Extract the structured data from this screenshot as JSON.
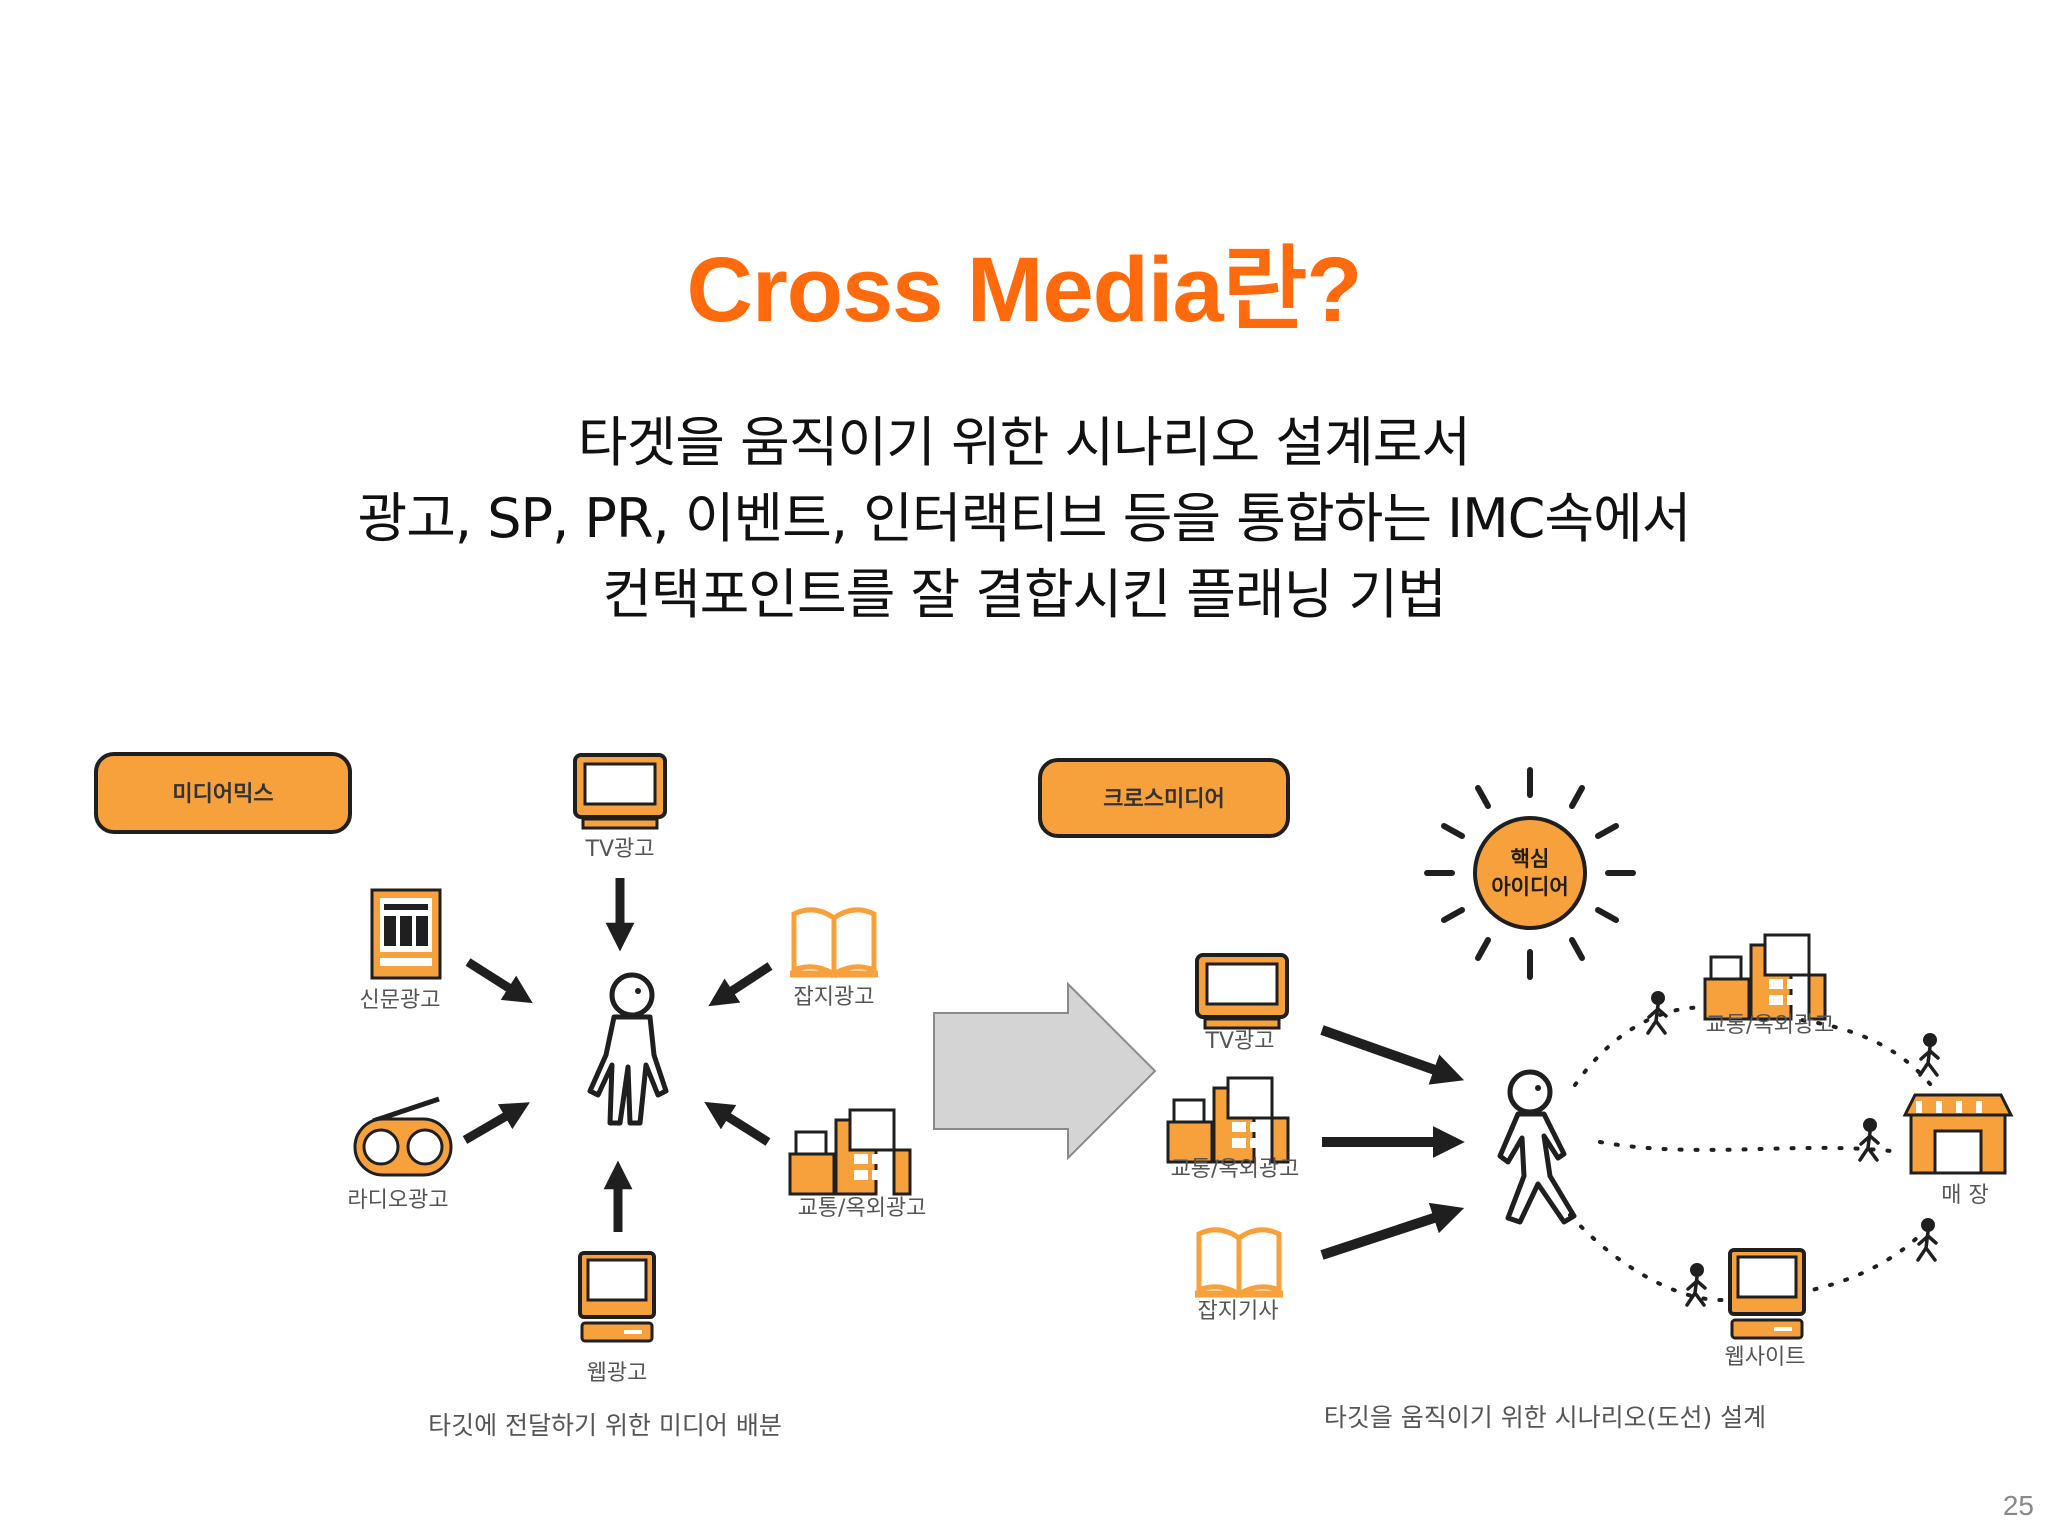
{
  "slide": {
    "title": "Cross Media란?",
    "subtitle_lines": [
      "타겟을 움직이기 위한 시나리오 설계로서",
      "광고, SP, PR, 이벤트, 인터랙티브 등을 통합하는 IMC속에서",
      "컨택포인트를 잘 결합시킨 플래닝 기법"
    ],
    "page_number": "25"
  },
  "colors": {
    "accent": "#ff6a0c",
    "icon": "#f7a13c",
    "ink": "#1f1f1f",
    "arrow_fill": "#d4d4d4"
  },
  "media_mix": {
    "label": "미디어믹스",
    "nodes": {
      "tv": "TV광고",
      "newspaper": "신문광고",
      "magazine": "잡지광고",
      "radio": "라디오광고",
      "transit": "교통/옥외광고",
      "web": "웹광고"
    },
    "caption": "타깃에 전달하기 위한 미디어 배분"
  },
  "cross_media": {
    "label": "크로스미디어",
    "core_idea_line1": "핵심",
    "core_idea_line2": "아이디어",
    "nodes": {
      "tv": "TV광고",
      "transit": "교통/옥외광고",
      "magazine": "잡지기사",
      "transit_right": "교통/옥외광고",
      "store": "매 장",
      "website": "웹사이트"
    },
    "caption": "타깃을 움직이기 위한 시나리오(도선) 설계"
  }
}
